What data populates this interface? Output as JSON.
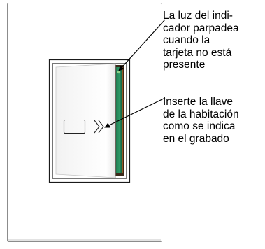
{
  "figure": {
    "callouts": [
      {
        "lines": [
          "La luz del indi-",
          "cador parpadea",
          "cuando la",
          "tarjeta no está",
          "presente"
        ]
      },
      {
        "lines": [
          "Inserte la llave",
          "de la habitación",
          "como se indica",
          "en el grabado"
        ]
      }
    ],
    "engraving_symbols": {
      "card_icon": "card-outline-icon",
      "chevron_icon": "double-chevron-right-icon"
    }
  }
}
